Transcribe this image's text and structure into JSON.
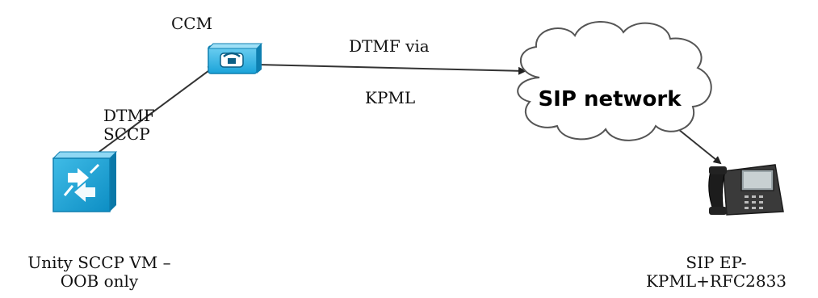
{
  "colors": {
    "device_blue": "#1aa3d9",
    "device_blue_dark": "#0d7fb0",
    "device_blue_light": "#6fd0f2",
    "line": "#333333",
    "cloud_fill": "#ffffff",
    "cloud_stroke": "#555555"
  },
  "nodes": {
    "ccm": {
      "label": "CCM",
      "icon": "call-manager-icon"
    },
    "unity": {
      "label_line1": "Unity  SCCP VM –",
      "label_line2": "OOB only",
      "icon": "voicemail-server-icon"
    },
    "cloud": {
      "label": "SIP network",
      "icon": "cloud-icon"
    },
    "sip_ep": {
      "label_line1": "SIP EP-",
      "label_line2": "KPML+RFC2833",
      "icon": "ip-phone-icon"
    }
  },
  "links": {
    "ccm_to_cloud": {
      "label_line1": "DTMF via",
      "label_line2": "KPML"
    },
    "unity_to_ccm": {
      "label_line1": "DTMF",
      "label_line2": "SCCP"
    }
  }
}
